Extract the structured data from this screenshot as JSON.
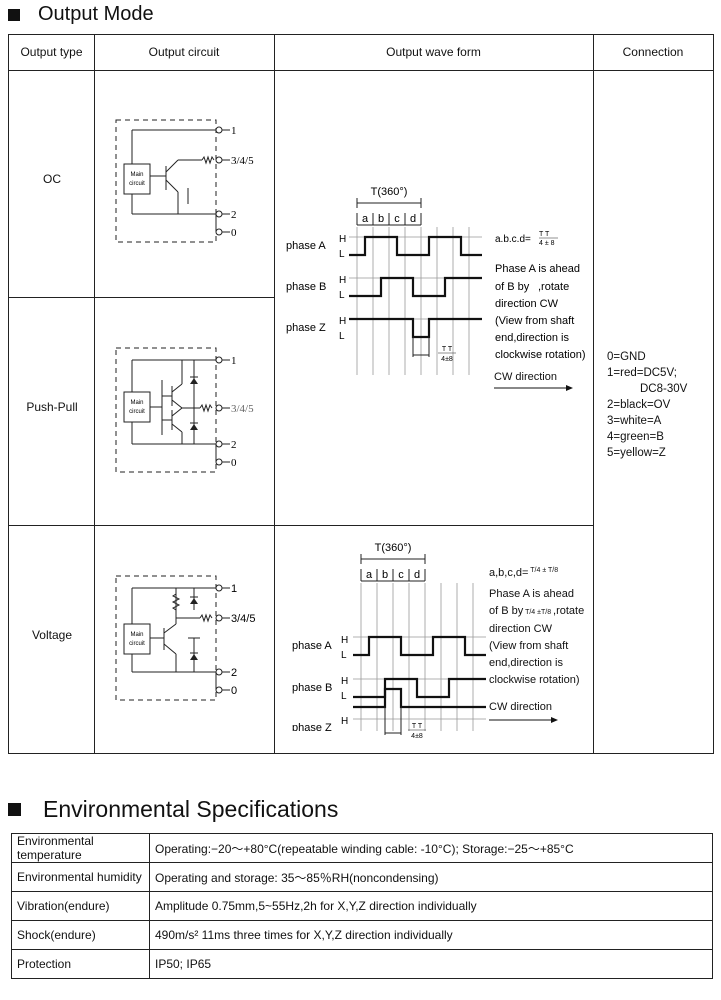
{
  "sections": {
    "output_mode_title": "Output Mode",
    "environmental_title": "Environmental Specifications"
  },
  "output_table": {
    "headers": [
      "Output type",
      "Output circuit",
      "Output wave form",
      "Connection"
    ],
    "rows": [
      {
        "type": "OC",
        "terminals": [
          "1",
          "3/4/5",
          "2",
          "0"
        ],
        "main_circuit": [
          "Main",
          "circuit"
        ]
      },
      {
        "type": "Push-Pull",
        "terminals": [
          "1",
          "3/4/5",
          "2",
          "0"
        ],
        "main_circuit": [
          "Main",
          "circuit"
        ]
      },
      {
        "type": "Voltage",
        "terminals": [
          "1",
          "3/4/5",
          "2",
          "0"
        ],
        "main_circuit": [
          "Main",
          "circuit"
        ]
      }
    ],
    "waveform": {
      "period_label": "T(360°)",
      "segments": [
        "a",
        "b",
        "c",
        "d"
      ],
      "phases": [
        "phase A",
        "phase B",
        "phase Z"
      ],
      "levels": [
        "H",
        "L"
      ],
      "formula_prefix": "a.b.c.d=",
      "formula_prefix_2": "a,b,c,d=",
      "description_lines": [
        "Phase A is ahead",
        "of B by",
        ",rotate",
        "direction CW",
        "(View from shaft",
        "end,direction is",
        "clockwise rotation)"
      ],
      "cw_label": "CW direction"
    },
    "connection": [
      "0=GND",
      "1=red=DC5V;",
      "DC8-30V",
      "2=black=OV",
      "3=white=A",
      "4=green=B",
      "5=yellow=Z"
    ]
  },
  "environmental": [
    {
      "label": "Environmental temperature",
      "value": "Operating:−20～+80°C(repeatable winding cable: -10°C);  Storage:−25～+85°C"
    },
    {
      "label": "Environmental humidity",
      "value": "Operating and storage: 35～85％RH(noncondensing)"
    },
    {
      "label": "Vibration(endure)",
      "value": "Amplitude 0.75mm,5~55Hz,2h for X,Y,Z direction individually"
    },
    {
      "label": "Shock(endure)",
      "value": "490m/s²  11ms three times for X,Y,Z direction individually"
    },
    {
      "label": "Protection",
      "value": "IP50;  IP65"
    }
  ]
}
